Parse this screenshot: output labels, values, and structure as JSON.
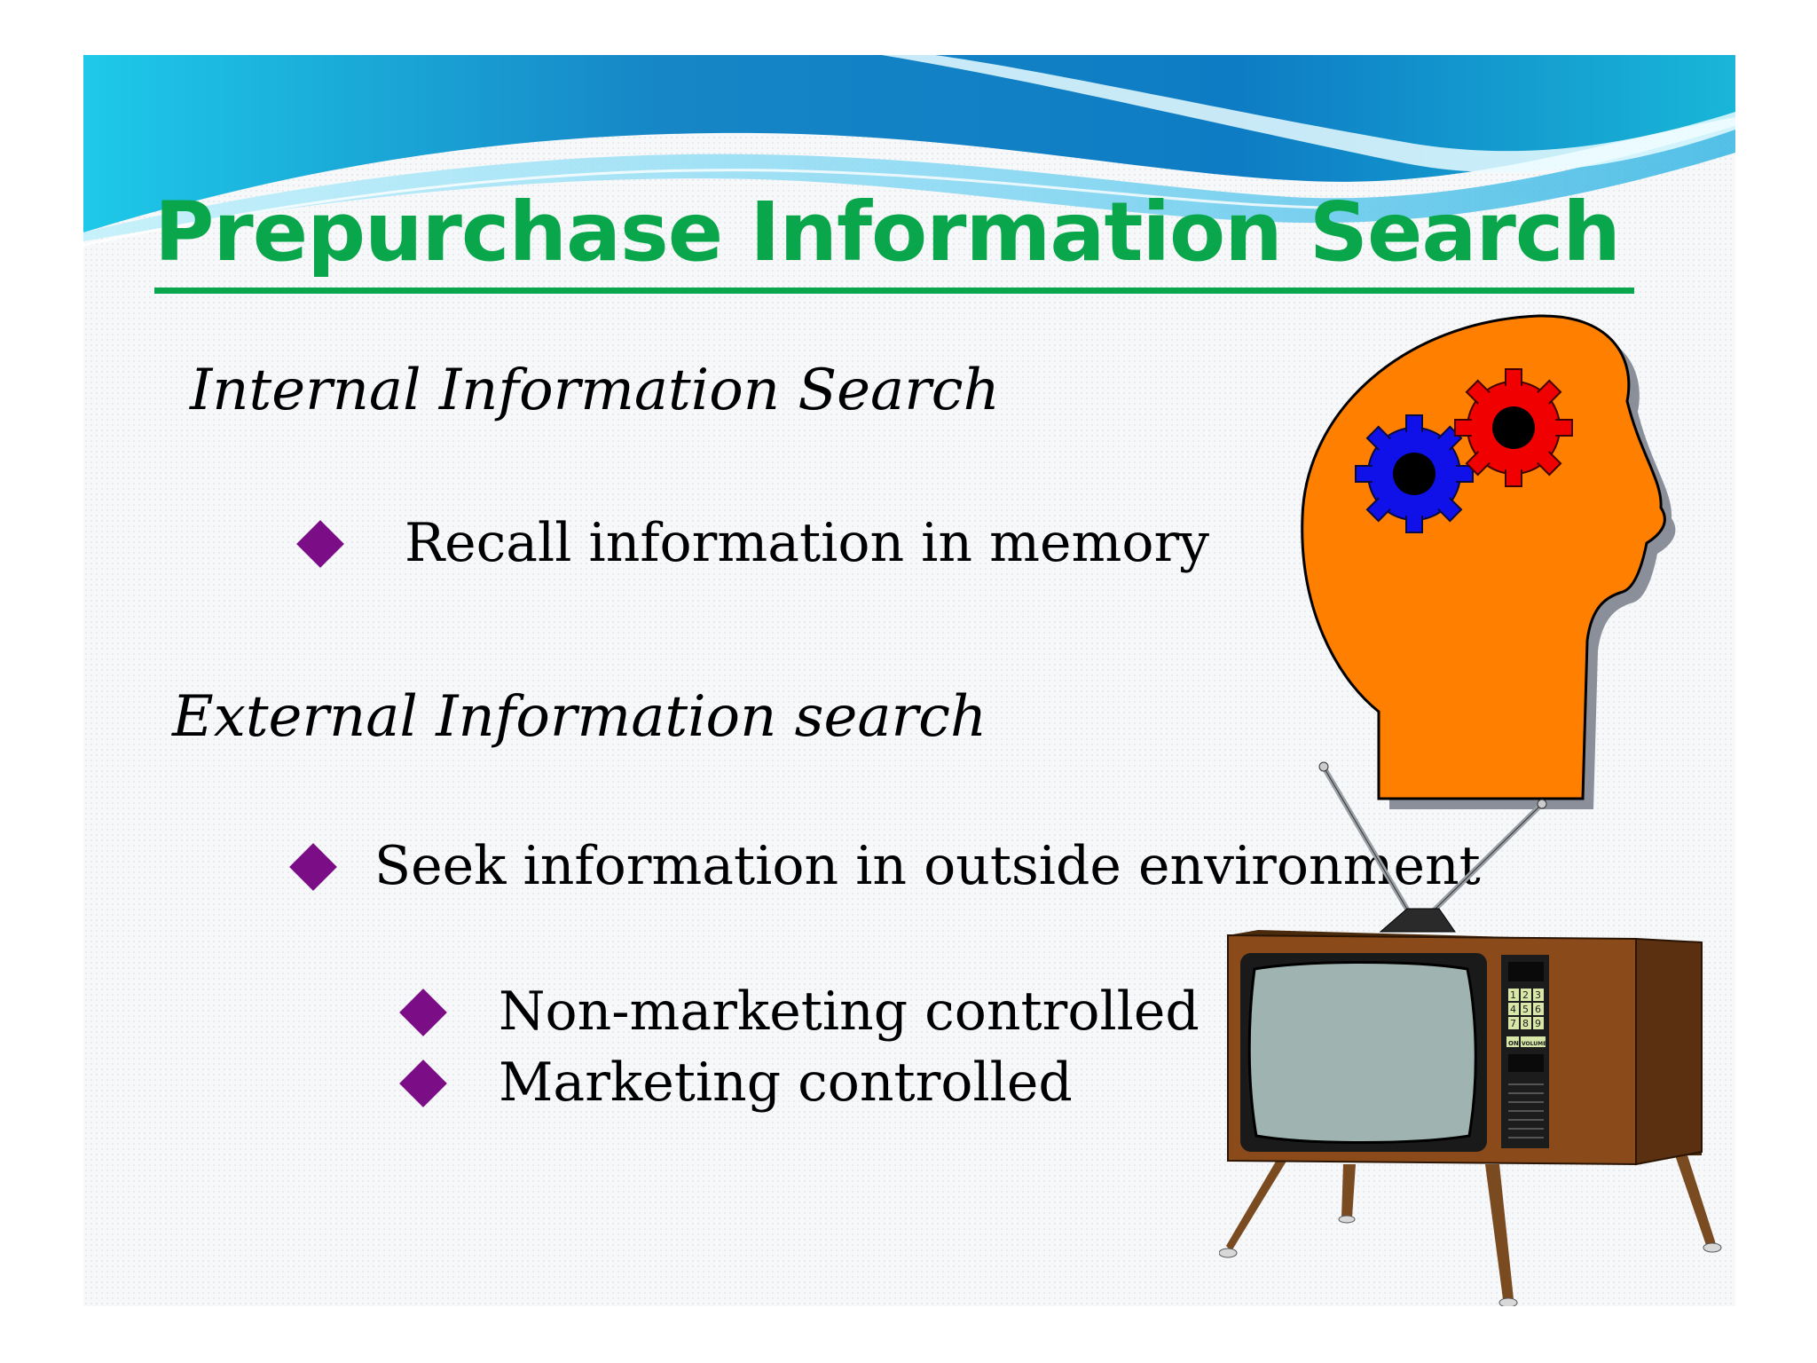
{
  "slide": {
    "title": "Prepurchase Information Search",
    "internal": {
      "heading": "Internal Information Search",
      "items": [
        "Recall information in memory"
      ]
    },
    "external": {
      "heading": "External Information search",
      "items": [
        "Seek information in outside environment"
      ],
      "sub_items": [
        "Non-marketing controlled",
        "Marketing controlled"
      ]
    },
    "tv": {
      "keypad": [
        "1",
        "2",
        "3",
        "4",
        "5",
        "6",
        "7",
        "8",
        "9"
      ],
      "on_label": "ON",
      "volume_label": "VOLUME"
    }
  },
  "colors": {
    "title": "#0aa64b",
    "bullet": "#7b0d87",
    "head": "#ff7f00",
    "gear_blue": "#1010e8",
    "gear_red": "#f00000",
    "tv_cabinet": "#7a3e14"
  },
  "icons": [
    "wave-banner",
    "diamond-bullet",
    "head-with-gears-icon",
    "television-icon"
  ]
}
